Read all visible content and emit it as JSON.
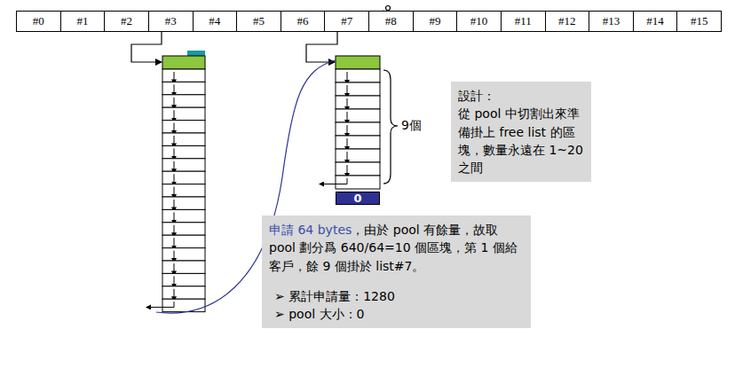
{
  "diagram": {
    "nodes": [
      {
        "text": [
          "#0"
        ]
      },
      {
        "text": [
          "#1"
        ]
      },
      {
        "text": [
          "#2"
        ]
      },
      {
        "text": [
          "#3"
        ]
      },
      {
        "text": [
          "#4"
        ]
      },
      {
        "text": [
          "#5"
        ]
      },
      {
        "text": [
          "#6"
        ]
      },
      {
        "text": [
          "#7"
        ]
      },
      {
        "text": [
          "#8"
        ]
      },
      {
        "text": [
          "#9"
        ]
      },
      {
        "text": [
          "#10"
        ]
      },
      {
        "text": [
          "#11"
        ]
      },
      {
        "text": [
          "#12"
        ]
      },
      {
        "text": [
          "#13"
        ]
      },
      {
        "text": [
          "#14"
        ]
      },
      {
        "text": [
          "#15"
        ]
      },
      {
        "text": [
          "設計：",
          "從 pool 中切割出來準備掛上 free list 的區塊，數量永遠在 1~20 之間"
        ]
      },
      {
        "text": [
          "申請 64 bytes",
          "，由於 pool 有餘量，故取 pool 劃分爲 640/64=10 個區塊，第 1 個給客戶，餘 9 個掛於 list#7。",
          "➢ 累計申請量：1280",
          "➢ pool 大小：0"
        ]
      },
      {
        "text": [
          "0"
        ]
      }
    ],
    "labels": [
      "9個"
    ]
  }
}
